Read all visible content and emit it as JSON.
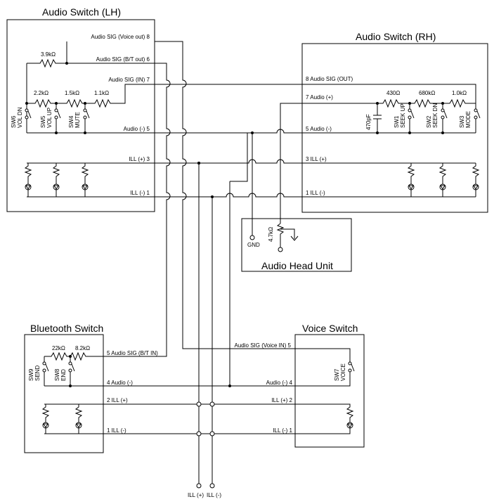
{
  "blocks": {
    "lh": {
      "title": "Audio Switch (LH)"
    },
    "rh": {
      "title": "Audio Switch (RH)"
    },
    "head": {
      "title": "Audio Head Unit"
    },
    "bt": {
      "title": "Bluetooth Switch"
    },
    "voice": {
      "title": "Voice Switch"
    }
  },
  "lh_pins": {
    "p8": "Audio SIG (Voice out)  8",
    "p6": "Audio SIG (B/T out)  6",
    "p7": "Audio SIG (IN)  7",
    "p5": "Audio (-)  5",
    "p3": "ILL (+)  3",
    "p1": "ILL (-)  1"
  },
  "lh_parts": {
    "r1": "3.9kΩ",
    "r2": "2.2kΩ",
    "r3": "1.5kΩ",
    "r4": "1.1kΩ",
    "sw6a": "SW6",
    "sw6b": "VOL DN",
    "sw5a": "SW5",
    "sw5b": "VOL UP",
    "sw4a": "SW4",
    "sw4b": "MUTE"
  },
  "rh_pins": {
    "p8": "8  Audio SIG (OUT)",
    "p7": "7  Audio (+)",
    "p5": "5  Audio (-)",
    "p3": "3  ILL (+)",
    "p1": "1  ILL (-)"
  },
  "rh_parts": {
    "cap": "470pF",
    "r1": "430Ω",
    "r2": "680kΩ",
    "r3": "1.0kΩ",
    "sw1a": "SW1",
    "sw1b": "SEEK UP",
    "sw2a": "SW2",
    "sw2b": "SEEK DN",
    "sw3a": "SW3",
    "sw3b": "MODE"
  },
  "head_parts": {
    "gnd": "GND",
    "r": "4.7kΩ"
  },
  "bt_pins": {
    "p5": "5  Audio SIG (B/T IN)",
    "p4": "4  Audio (-)",
    "p2": "2  ILL (+)",
    "p1": "1  ILL (-)"
  },
  "bt_parts": {
    "r1": "22kΩ",
    "r2": "8.2kΩ",
    "sw9a": "SW9",
    "sw9b": "SEND",
    "sw8a": "SW8",
    "sw8b": "END"
  },
  "voice_pins": {
    "p5": "Audio SIG (Voice IN)  5",
    "p4": "Audio (-)  4",
    "p2": "ILL (+)  2",
    "p1": "ILL (-)  1"
  },
  "voice_parts": {
    "sw7a": "SW7",
    "sw7b": "VOICE"
  },
  "terminals": {
    "ill_plus": "ILL (+)",
    "ill_minus": "ILL (-)"
  }
}
